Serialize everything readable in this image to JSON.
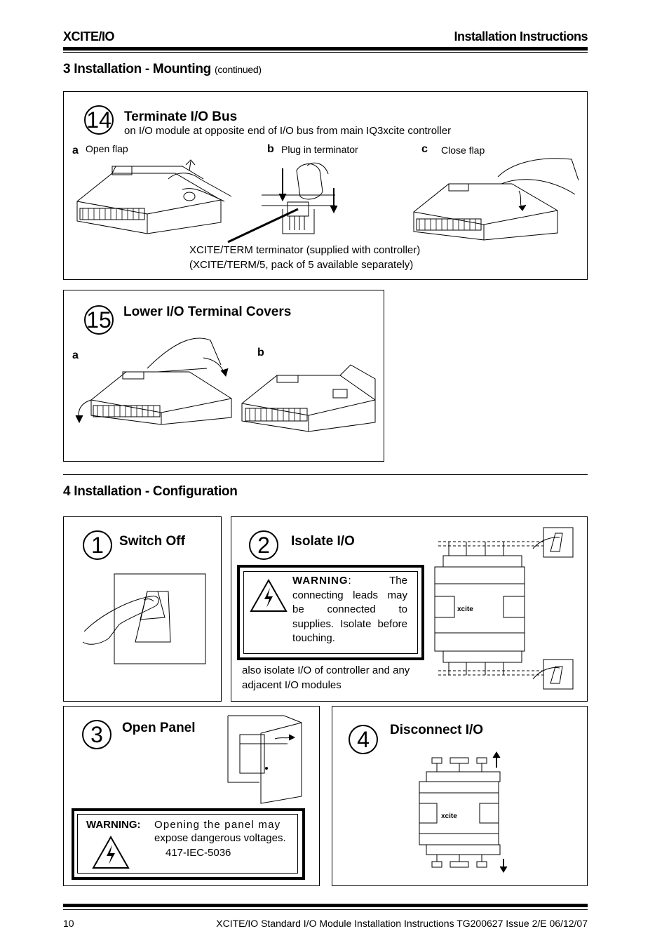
{
  "header": {
    "left": "XCITE/IO",
    "right": "Installation Instructions"
  },
  "section3": {
    "title": "3 Installation - Mounting",
    "suffix": "(continued)"
  },
  "step14": {
    "number": "14",
    "title": "Terminate I/O Bus",
    "subtitle": "on I/O module at opposite end of I/O bus from main IQ3xcite controller",
    "a_letter": "a",
    "a_label": "Open flap",
    "b_letter": "b",
    "b_label": "Plug in terminator",
    "c_letter": "c",
    "c_label": "Close  flap",
    "note_line1": "XCITE/TERM terminator (supplied with controller)",
    "note_line2": "(XCITE/TERM/5, pack of 5 available separately)"
  },
  "step15": {
    "number": "15",
    "title": "Lower I/O Terminal Covers",
    "a_letter": "a",
    "b_letter": "b"
  },
  "section4": {
    "title": "4 Installation - Configuration"
  },
  "step1": {
    "number": "1",
    "title": "Switch Off"
  },
  "step2": {
    "number": "2",
    "title": "Isolate I/O",
    "warning_label": "WARNING",
    "warning_text": ":  The connecting leads may be connected to supplies. Isolate before touching.",
    "note": "also isolate I/O of controller and any adjacent I/O modules",
    "module_logo": "xcite"
  },
  "step3": {
    "number": "3",
    "title": "Open Panel",
    "warning_label": "WARNING:",
    "warning_line1": "Opening the panel may",
    "warning_line2": "expose dangerous voltages.",
    "warning_code": "417-IEC-5036"
  },
  "step4": {
    "number": "4",
    "title": "Disconnect I/O",
    "module_logo": "xcite"
  },
  "footer": {
    "page": "10",
    "doc": "XCITE/IO Standard I/O Module  Installation Instructions TG200627 Issue 2/E 06/12/07"
  }
}
